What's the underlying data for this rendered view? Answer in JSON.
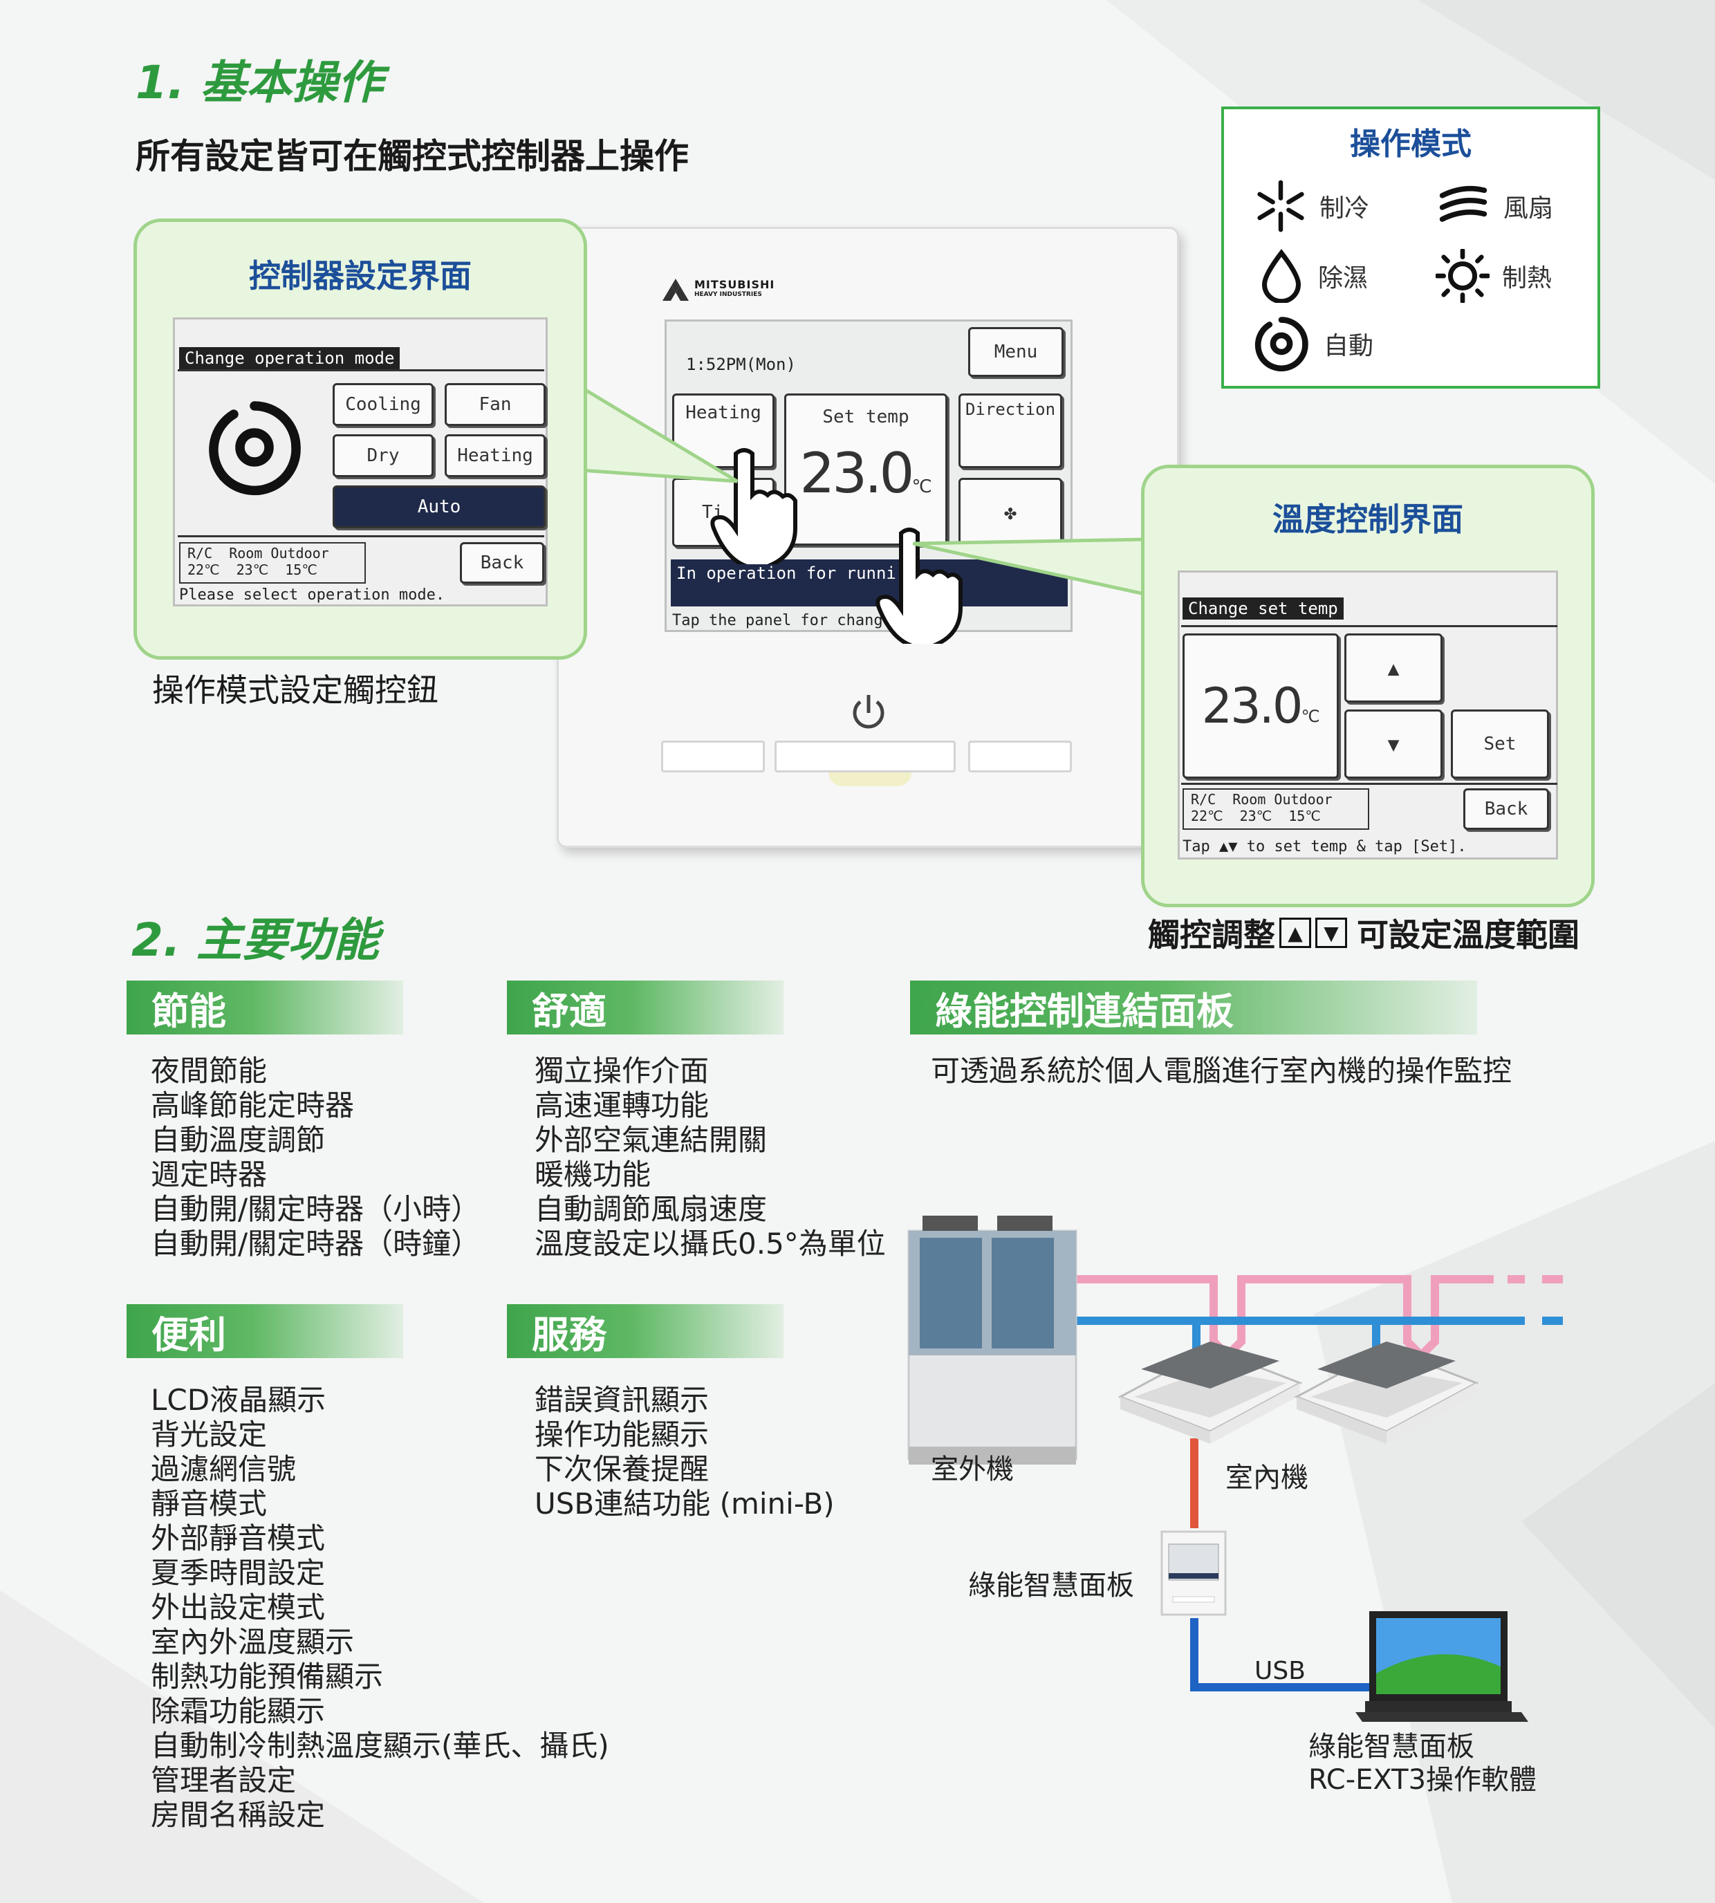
{
  "section1": {
    "title": "1. 基本操作",
    "subtitle": "所有設定皆可在觸控式控制器上操作"
  },
  "left_bubble": {
    "title": "控制器設定界面",
    "lcd_title": "Change operation mode",
    "buttons": [
      "Cooling",
      "Fan",
      "Dry",
      "Heating",
      "Auto",
      "Back"
    ],
    "status_headers": "R/C  Room Outdoor",
    "status_values": "22℃  23℃  15℃",
    "hint": "Please select operation mode.",
    "caption": "操作模式設定觸控鈕"
  },
  "controller": {
    "brand": "MITSUBISHI",
    "brand_sub": "HEAVY INDUSTRIES",
    "time": "1:52PM(Mon)",
    "menu": "Menu",
    "heating": "Heating",
    "set_temp": "Set temp",
    "temp_value": "23.0",
    "temp_unit": "℃",
    "direction": "Direction",
    "timer": "Ti",
    "status_line": "In operation for runni",
    "tap_line": "Tap the panel for chang",
    "power_icon": "power-icon"
  },
  "right_bubble": {
    "title": "溫度控制界面",
    "lcd_title": "Change set temp",
    "temp_value": "23.0",
    "temp_unit": "℃",
    "up": "▲",
    "down": "▼",
    "set": "Set",
    "back": "Back",
    "status_headers": "R/C  Room Outdoor",
    "status_values": "22℃  23℃  15℃",
    "hint": "Tap ▲▼ to set temp & tap [Set].",
    "caption_pre": "觸控調整",
    "caption_up": "▲",
    "caption_down": "▼",
    "caption_post": "可設定溫度範圍"
  },
  "legend": {
    "title": "操作模式",
    "items": [
      {
        "icon": "snowflake-icon",
        "label": "制冷"
      },
      {
        "icon": "fan-wind-icon",
        "label": "風扇"
      },
      {
        "icon": "water-drop-icon",
        "label": "除濕"
      },
      {
        "icon": "sun-icon",
        "label": "制熱"
      },
      {
        "icon": "auto-swirl-icon",
        "label": "自動"
      }
    ]
  },
  "section2": {
    "title": "2. 主要功能"
  },
  "energy": {
    "title": "節能",
    "items": [
      "夜間節能",
      "高峰節能定時器",
      "自動溫度調節",
      "週定時器",
      "自動開/關定時器（小時）",
      "自動開/關定時器（時鐘）"
    ]
  },
  "comfort": {
    "title": "舒適",
    "items": [
      "獨立操作介面",
      "高速運轉功能",
      "外部空氣連結開關",
      "暖機功能",
      "自動調節風扇速度",
      "溫度設定以攝氏0.5°為單位"
    ]
  },
  "green": {
    "title": "綠能控制連結面板",
    "desc": "可透過系統於個人電腦進行室內機的操作監控"
  },
  "convenience": {
    "title": "便利",
    "items": [
      "LCD液晶顯示",
      "背光設定",
      "過濾網信號",
      "靜音模式",
      "外部靜音模式",
      "夏季時間設定",
      "外出設定模式",
      "室內外溫度顯示",
      "制熱功能預備顯示",
      "除霜功能顯示",
      "自動制冷制熱溫度顯示(華氏、攝氏)",
      "管理者設定",
      "房間名稱設定"
    ]
  },
  "service": {
    "title": "服務",
    "items": [
      "錯誤資訊顯示",
      "操作功能顯示",
      "下次保養提醒",
      "USB連結功能 (mini-B)"
    ]
  },
  "diagram": {
    "outdoor": "室外機",
    "indoor": "室內機",
    "panel": "綠能智慧面板",
    "usb": "USB",
    "software_line1": "綠能智慧面板",
    "software_line2": "RC-EXT3操作軟體"
  }
}
